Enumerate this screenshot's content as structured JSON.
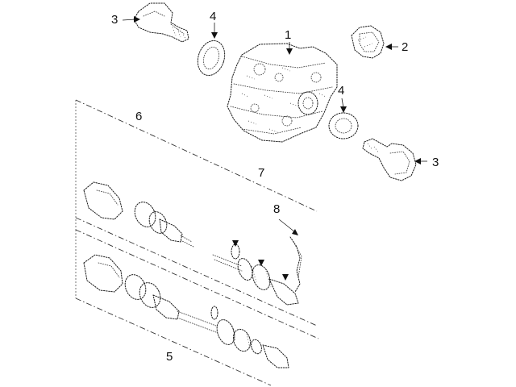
{
  "callouts": {
    "c1": "1",
    "c2": "2",
    "c3_top": "3",
    "c3_right": "3",
    "c4_top": "4",
    "c4_right": "4",
    "c5": "5",
    "c6": "6",
    "c7": "7",
    "c8": "8"
  },
  "colors": {
    "line": "#1a1a1a",
    "background": "#ffffff"
  }
}
